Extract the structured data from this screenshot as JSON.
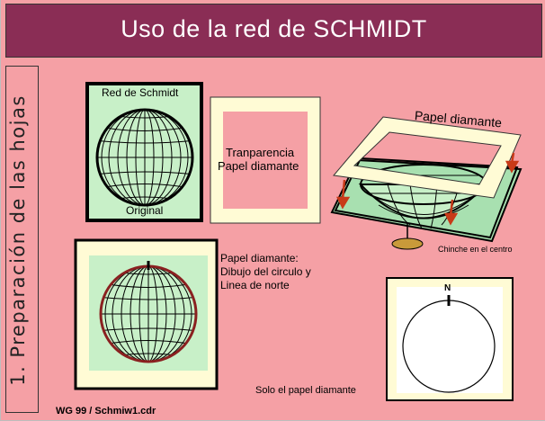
{
  "title": "Uso de la red de SCHMIDT",
  "side_label": "1. Preparación de las hojas",
  "labels": {
    "red_de_schmidt": "Red de Schmidt",
    "original": "Original",
    "transparencia": "Tranparencia",
    "papel_diamante": "Papel diamante",
    "papel_diamante_top": "Papel diamante",
    "chinche": "Chinche en el centro",
    "pd_line1": "Papel diamante:",
    "pd_line2": "Dibujo del circulo y",
    "pd_line3": "Linea de norte",
    "solo": "Solo el papel diamante",
    "north": "N",
    "footer": "WG 99 / Schmiw1.cdr"
  },
  "colors": {
    "background": "#f5a0a5",
    "title_bar": "#8a2d55",
    "net_fill": "#c8f0c8",
    "paper": "#fffbd5",
    "circle_red": "#8a2020",
    "arrow": "#c83a18",
    "pin": "#c89a3a"
  }
}
